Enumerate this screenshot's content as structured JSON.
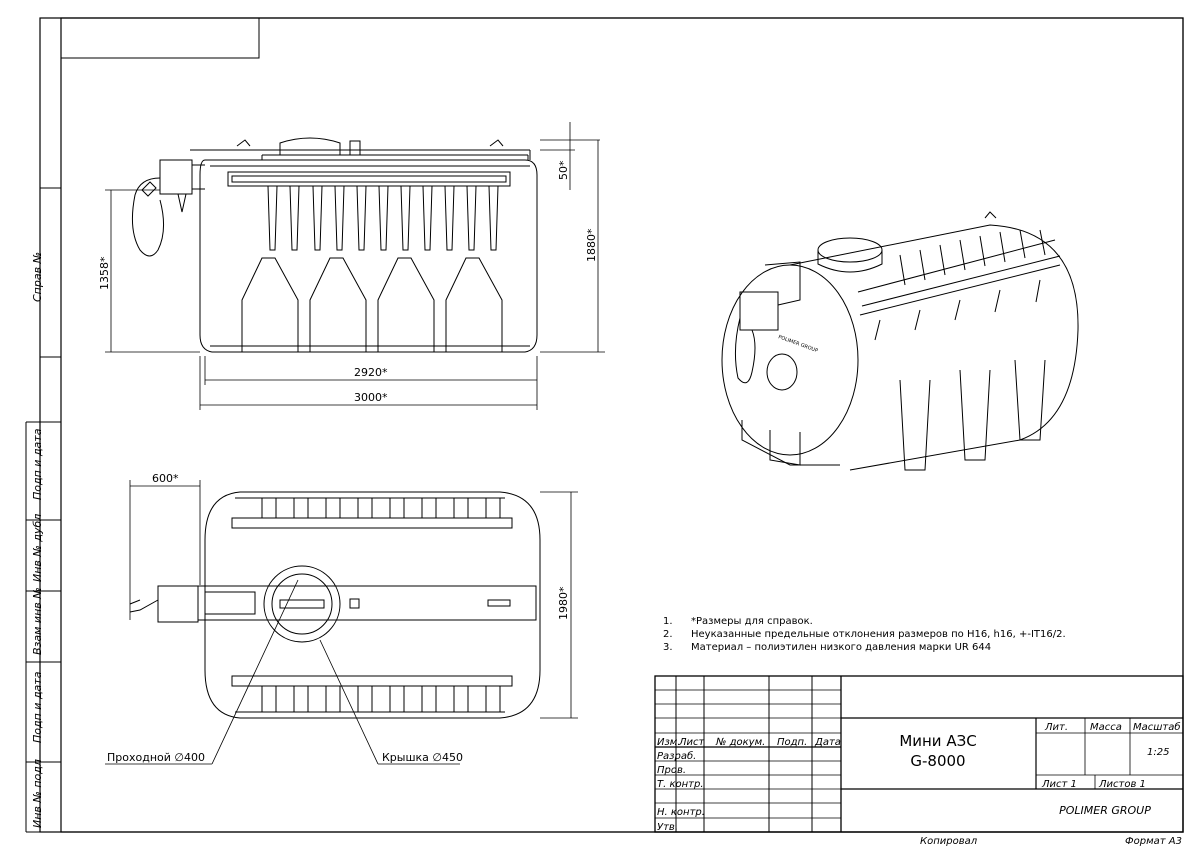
{
  "sidebar": {
    "sprav": "Справ №",
    "podp_data_1": "Подп и дата",
    "inv_dubl": "Инв № дубл",
    "vzam_inv": "Взам инв №",
    "podp_data_2": "Подп и дата",
    "inv_podl": "Инв № подл"
  },
  "dimensions": {
    "top_50": "50*",
    "height_1880": "1880*",
    "height_1358": "1358*",
    "width_2920": "2920*",
    "width_3000": "3000*",
    "offset_600": "600*",
    "depth_1980": "1980*"
  },
  "callouts": {
    "passage": "Проходной ∅400",
    "lid": "Крышка ∅450"
  },
  "iso_view": {
    "brand": "POLIMER GROUP"
  },
  "notes": [
    {
      "num": "1.",
      "text": "*Размеры для справок."
    },
    {
      "num": "2.",
      "text": "Неуказанные предельные отклонения размеров по H16, h16, +-IT16/2."
    },
    {
      "num": "3.",
      "text": "Материал – полиэтилен низкого давления марки UR 644"
    }
  ],
  "title_block": {
    "headers": {
      "izm": "Изм.",
      "list": "Лист",
      "doc": "№ докум.",
      "podp": "Подп.",
      "date": "Дата"
    },
    "roles": [
      "Разраб.",
      "Пров.",
      "Т. контр.",
      "",
      "Н. контр.",
      "Утв."
    ],
    "title_line1": "Мини АЗС",
    "title_line2": "G-8000",
    "lit": "Лит.",
    "massa": "Масса",
    "masshtab": "Масштаб",
    "scale": "1:25",
    "sheet": "Лист 1",
    "sheets": "Листов 1",
    "company": "POLIMER GROUP"
  },
  "footer": {
    "copied": "Копировал",
    "format": "Формат А3"
  }
}
